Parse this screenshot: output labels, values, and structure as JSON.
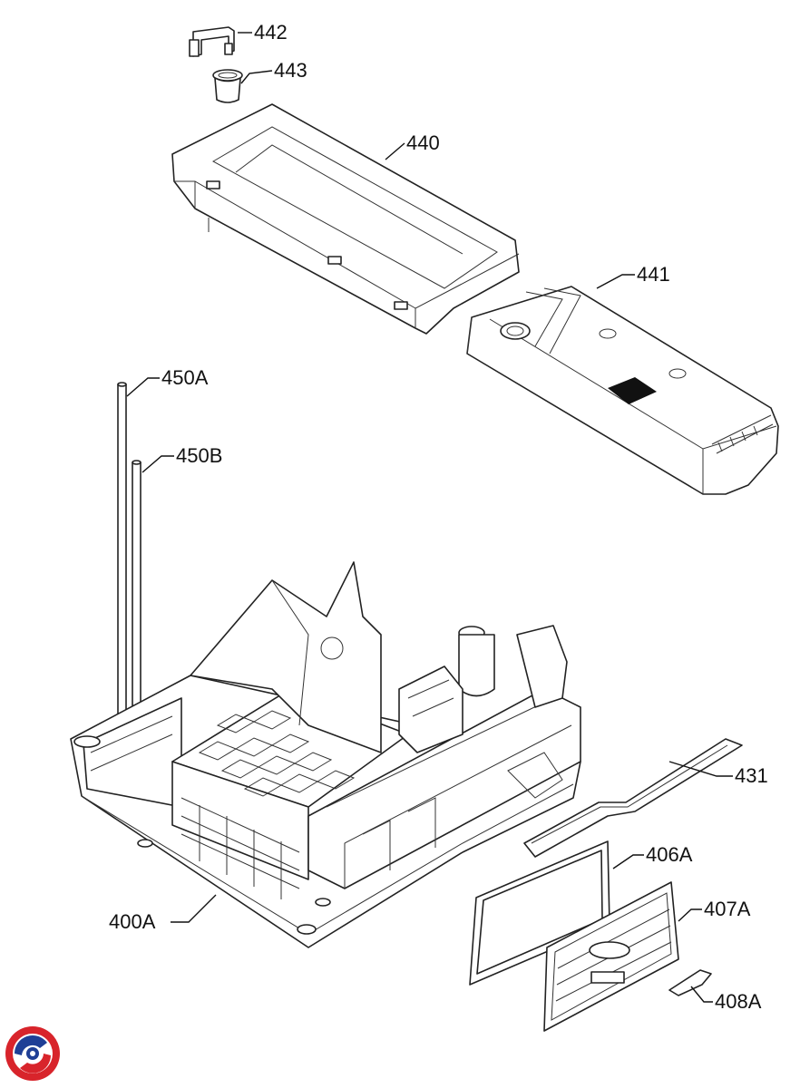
{
  "callouts": {
    "p442": "442",
    "p443": "443",
    "p440": "440",
    "p441": "441",
    "p450a": "450A",
    "p450b": "450B",
    "p431": "431",
    "p406a": "406A",
    "p407a": "407A",
    "p408a": "408A",
    "p400a": "400A"
  },
  "logo": {
    "name": "brand-logo",
    "colors": [
      "#d8242b",
      "#1f3f96"
    ]
  }
}
